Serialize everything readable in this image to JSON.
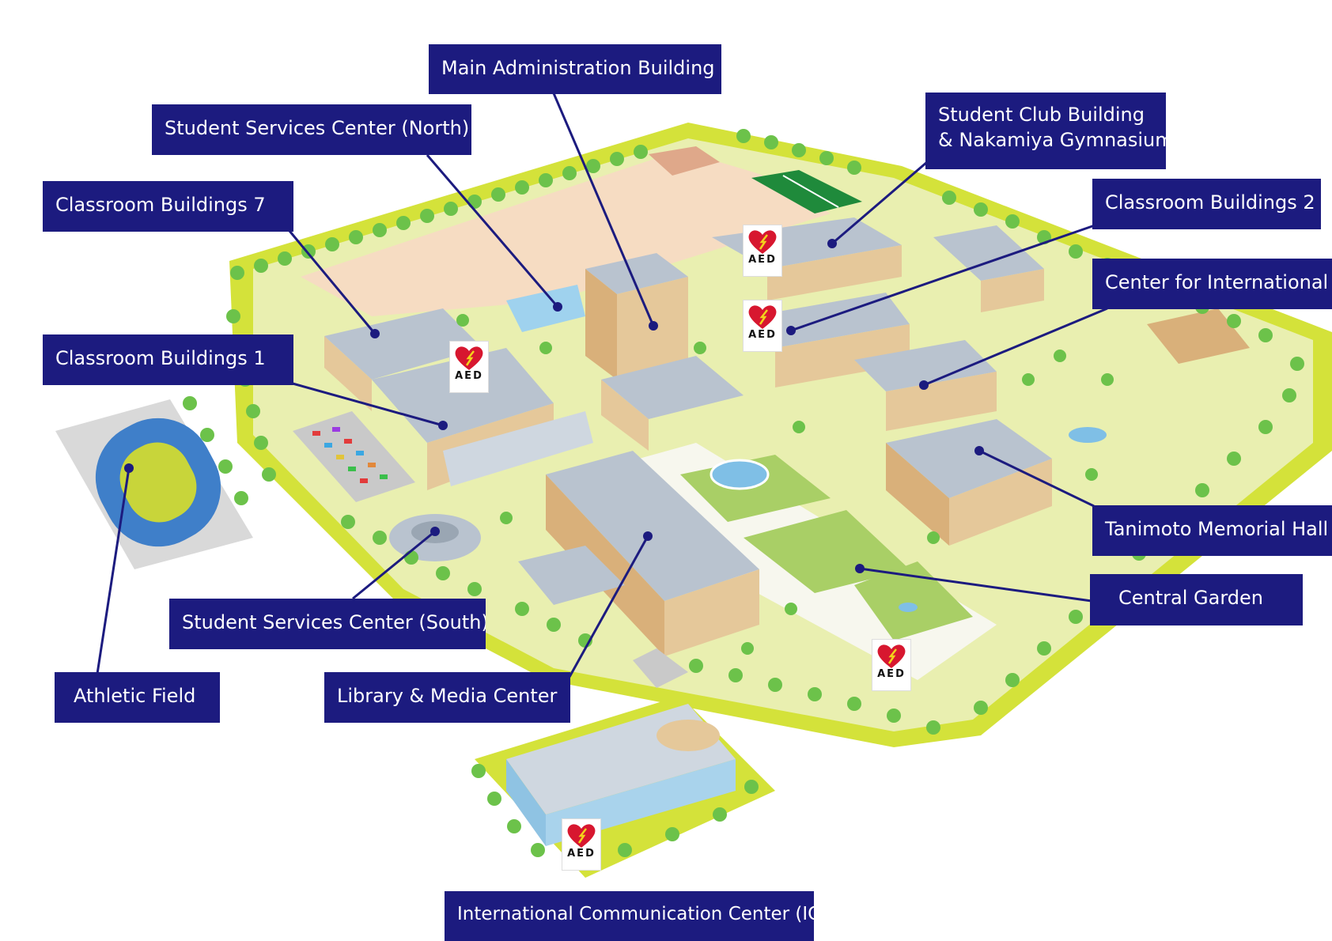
{
  "labels": {
    "main_admin": "Main Administration Building",
    "ssc_north": "Student Services Center (North)",
    "student_club_1": "Student Club Building",
    "student_club_2": "& Nakamiya Gymnasium",
    "classroom7": "Classroom Buildings 7",
    "classroom2": "Classroom Buildings 2",
    "cie": "Center for International Educ",
    "classroom1": "Classroom Buildings 1",
    "tanimoto": "Tanimoto Memorial Hall",
    "central_garden": "Central Garden",
    "ssc_south": "Student Services Center (South)",
    "athletic_field": "Athletic Field",
    "library": "Library & Media Center",
    "icc": "International Communication Center (ICC)"
  },
  "aed": {
    "label": "AED",
    "count": 5
  },
  "colors": {
    "label_bg": "#1c1b7f",
    "label_text": "#ffffff",
    "lawn": "#d4e23a",
    "tree": "#6cc24a",
    "roof": "#b9c3cf",
    "wall": "#e5c89a",
    "field_sand": "#f6dcc2",
    "track": "#3f7fc9",
    "aed_heart": "#d7172f"
  },
  "icons": {
    "aed": "aed-heart-icon"
  }
}
